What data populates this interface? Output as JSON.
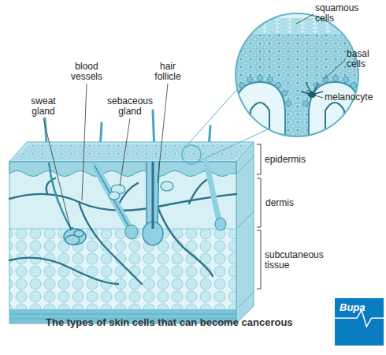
{
  "diagram": {
    "caption": "The types of skin cells that can become cancerous",
    "nodes": [
      {
        "text": [
          "Bupa"
        ]
      }
    ],
    "labels": [
      "squamous cells",
      "basal cells",
      "blood vessels",
      "hair follicle",
      "sweat gland",
      "sebaceous gland",
      "melanocyte",
      "epidermis",
      "dermis",
      "subcutaneous tissue"
    ]
  }
}
